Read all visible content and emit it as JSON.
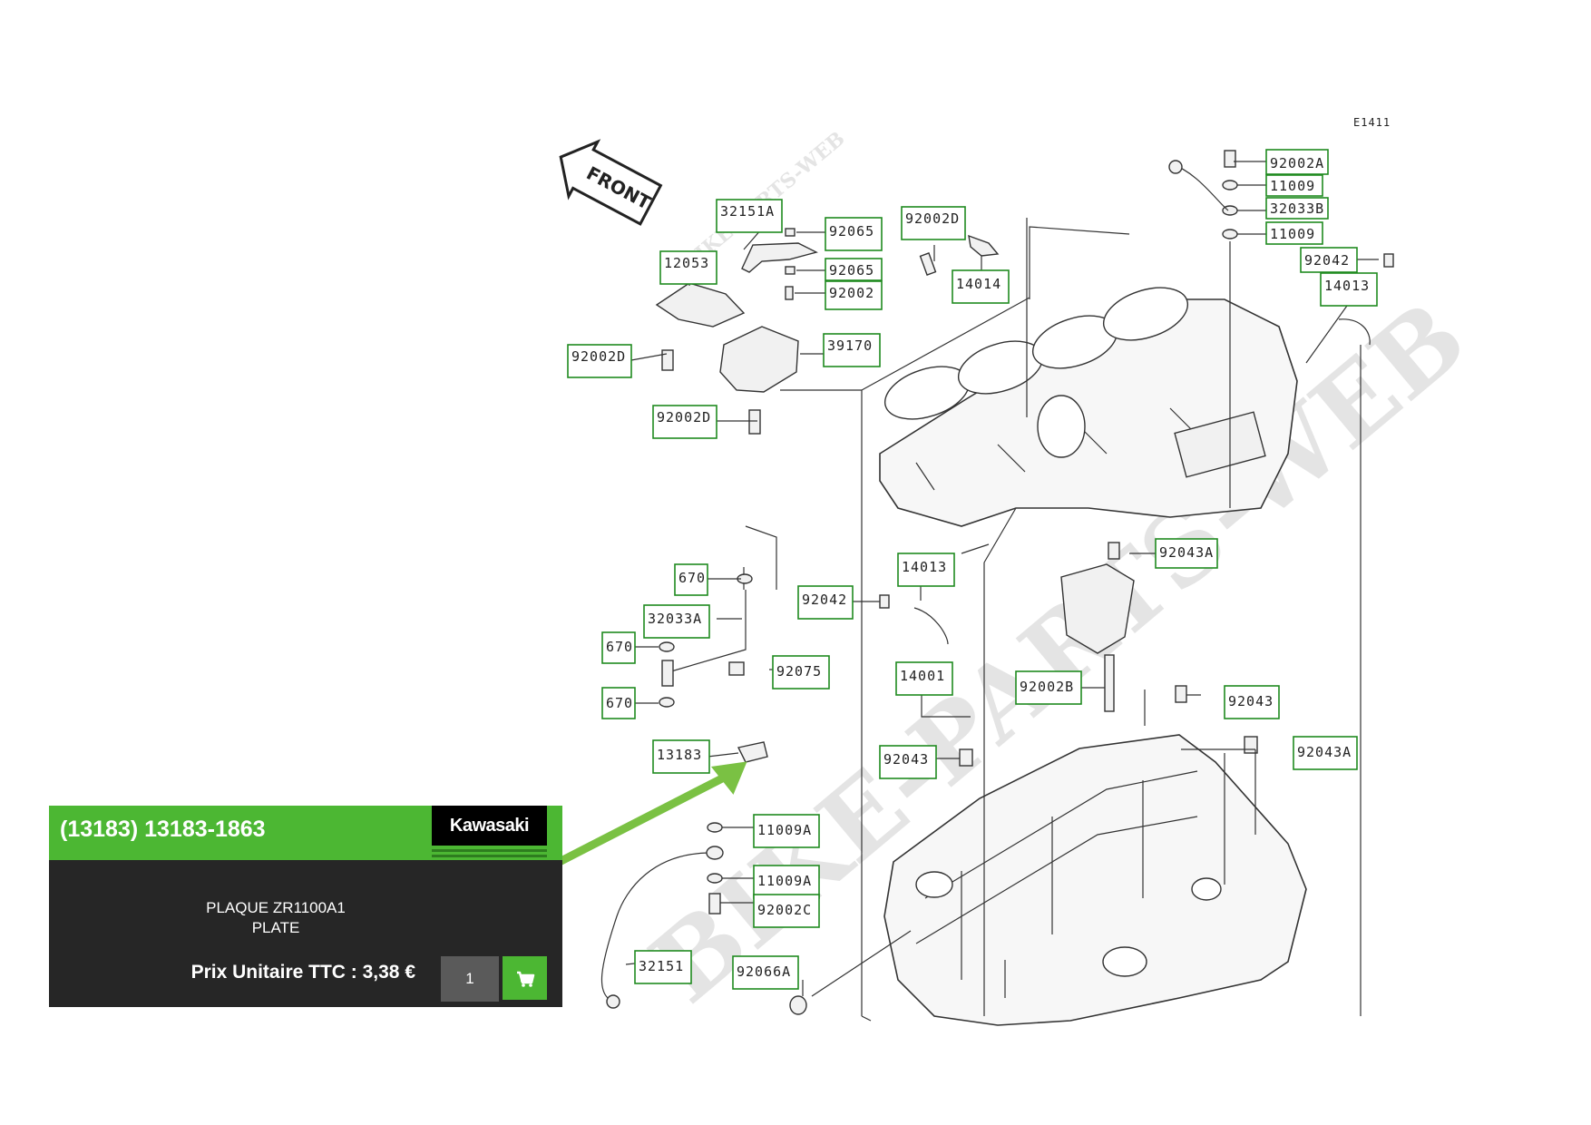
{
  "diagram": {
    "code": "E1411",
    "front_label": "FRONT",
    "watermark": "BIKE-PARTS-WEB",
    "part_labels": [
      "92002A",
      "11009",
      "32033B",
      "11009",
      "92042",
      "14013",
      "32151A",
      "92065",
      "92065",
      "92002",
      "92002D",
      "14014",
      "12053",
      "39170",
      "92002D",
      "92002D",
      "92043A",
      "670",
      "14013",
      "92042",
      "32033A",
      "670",
      "92075",
      "670",
      "14001",
      "92002B",
      "92043",
      "92043",
      "92043A",
      "13183",
      "11009A",
      "11009A",
      "92002C",
      "32151",
      "92066A"
    ]
  },
  "info_card": {
    "title": "(13183) 13183-1863",
    "brand": "Kawasaki",
    "description_fr": "PLAQUE ZR1100A1",
    "description_en": "PLATE",
    "price_text": "Prix Unitaire TTC : 3,38 €",
    "quantity": "1"
  },
  "colors": {
    "accent_green": "#4cb733",
    "card_bg": "#262626",
    "label_border": "#1f8a1f"
  },
  "icons": {
    "cart": "shopping-cart-icon",
    "arrow": "pointer-arrow"
  }
}
